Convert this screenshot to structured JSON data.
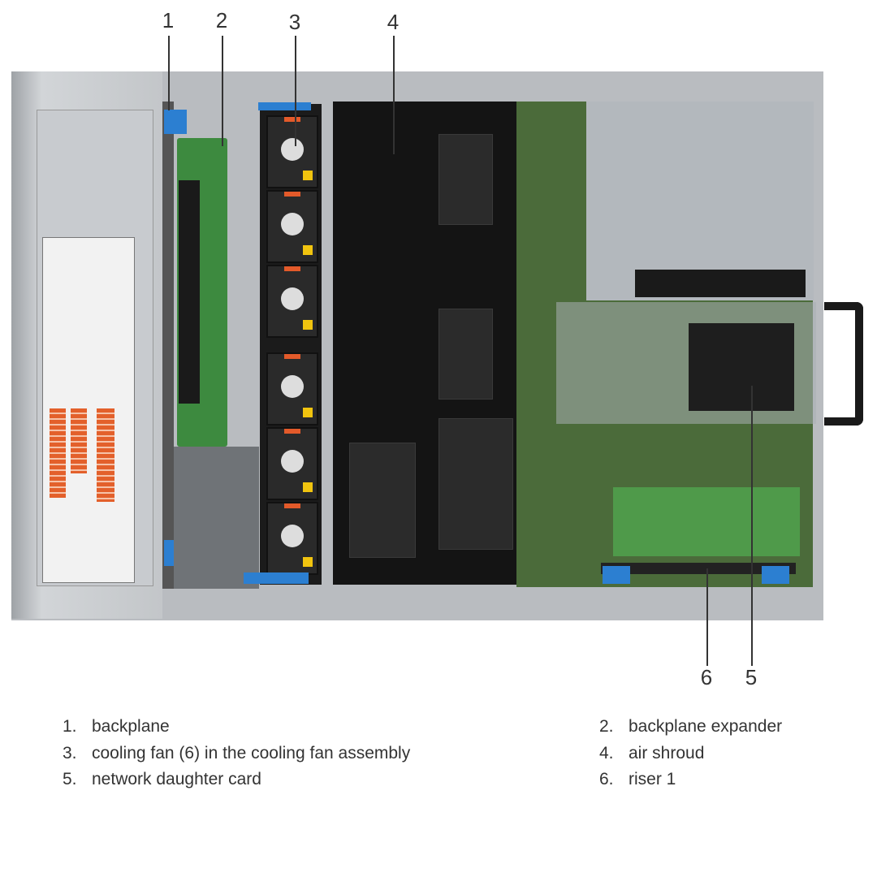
{
  "callouts": [
    {
      "number": "1"
    },
    {
      "number": "2"
    },
    {
      "number": "3"
    },
    {
      "number": "4"
    },
    {
      "number": "5"
    },
    {
      "number": "6"
    }
  ],
  "legend": [
    {
      "number": "1.",
      "label": "backplane"
    },
    {
      "number": "2.",
      "label": "backplane expander"
    },
    {
      "number": "3.",
      "label": "cooling fan (6) in the cooling fan assembly"
    },
    {
      "number": "4.",
      "label": "air shroud"
    },
    {
      "number": "5.",
      "label": "network daughter card"
    },
    {
      "number": "6.",
      "label": "riser 1"
    }
  ],
  "colors": {
    "text": "#333333",
    "board_green": "#4b6b3a",
    "latch_blue": "#2c7fd1",
    "fan_clip_orange": "#e35a2a"
  }
}
